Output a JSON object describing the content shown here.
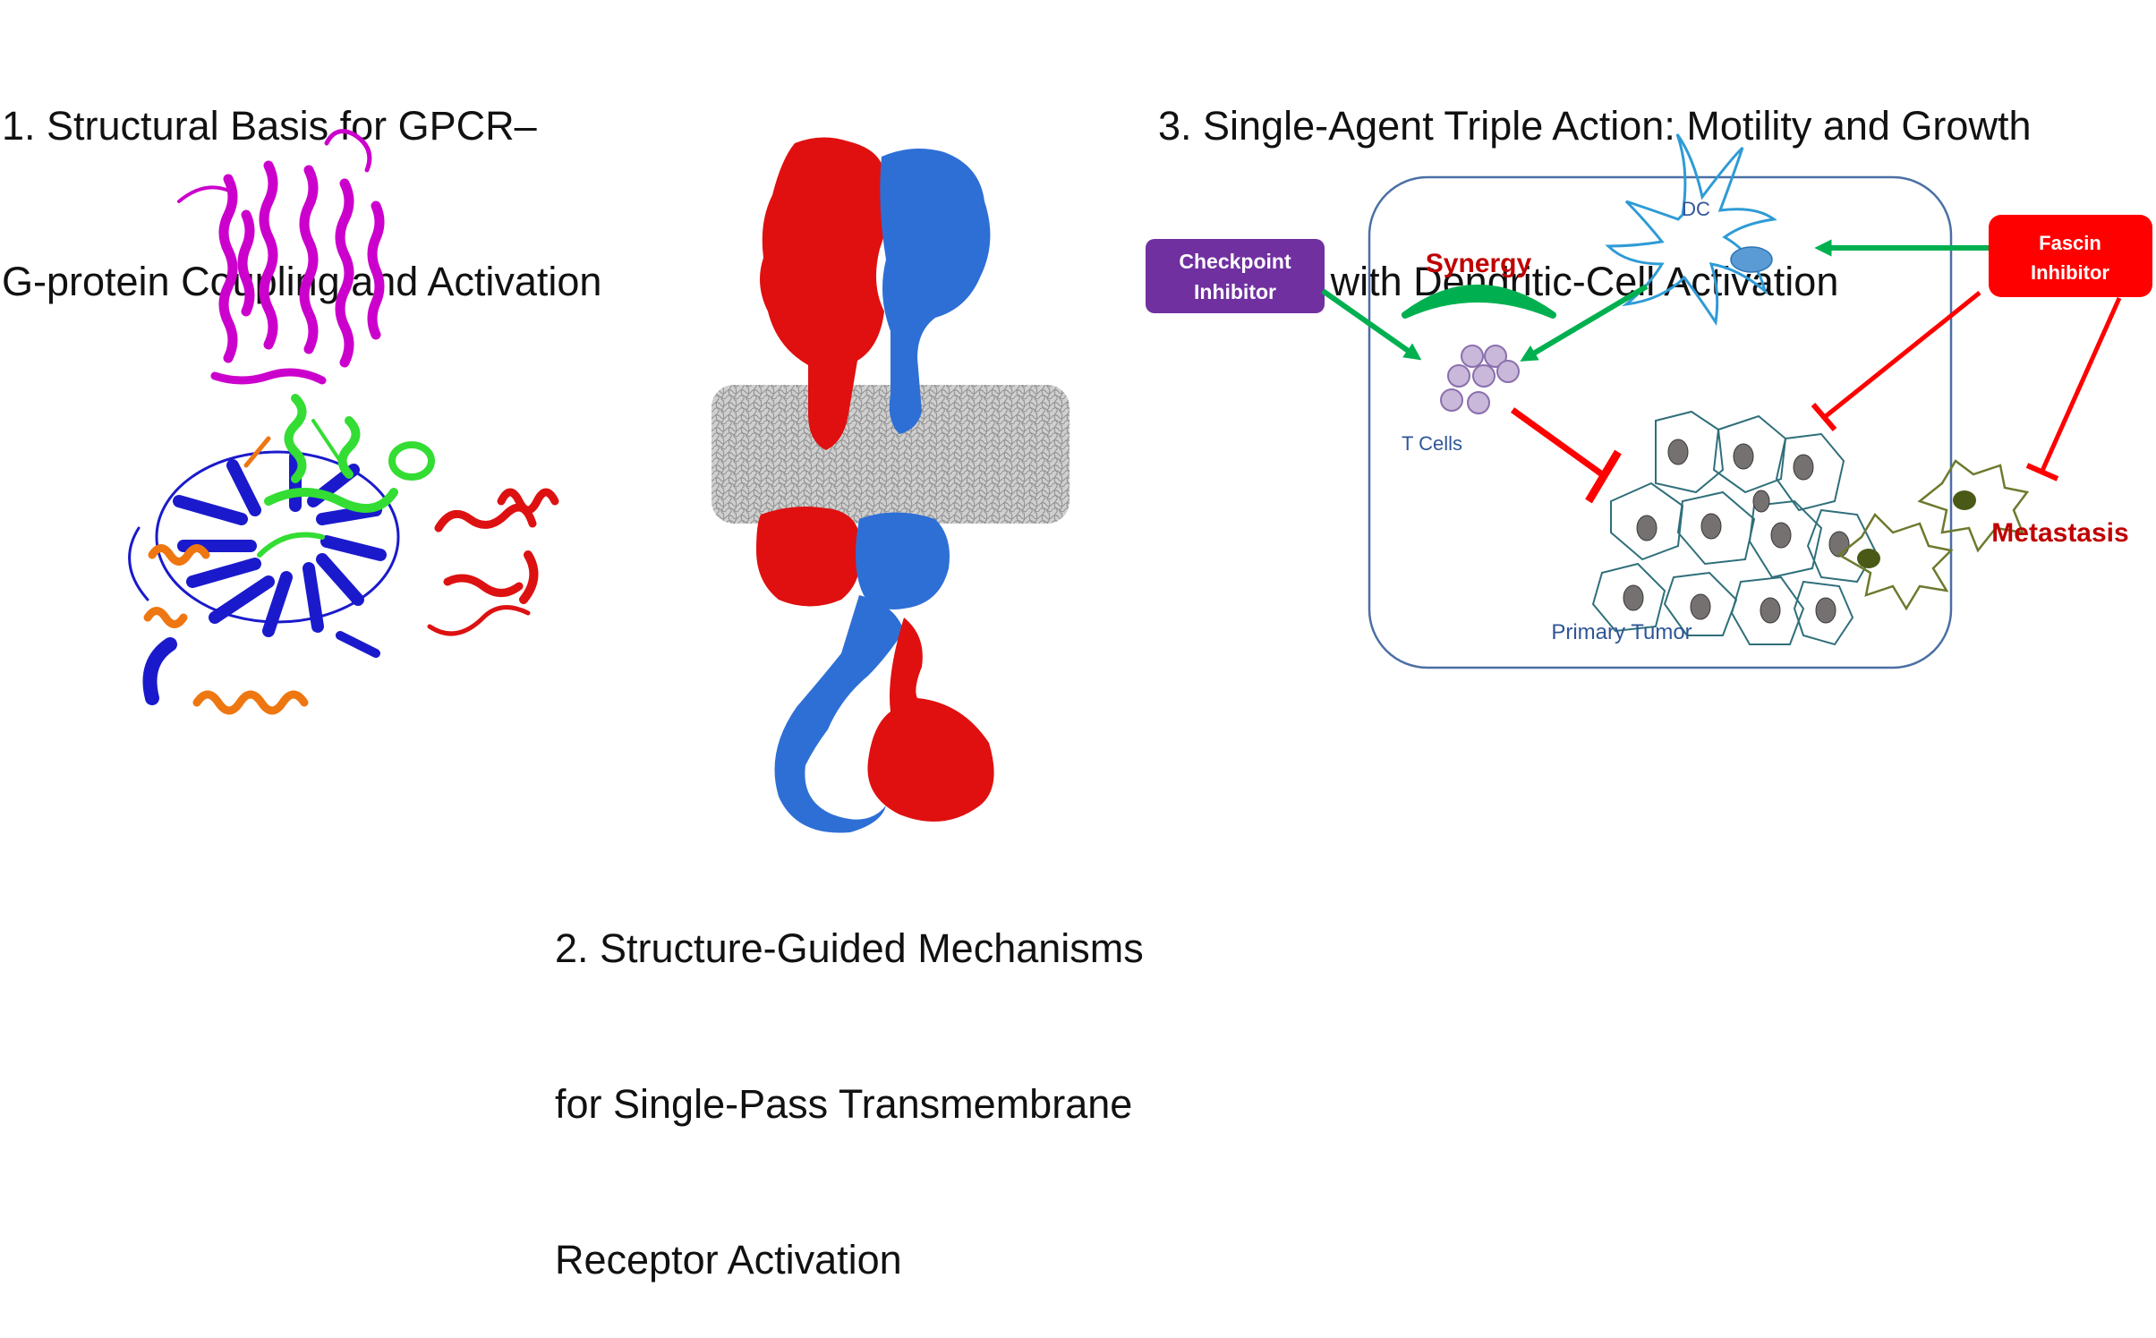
{
  "panels": {
    "p1": {
      "title_lines": [
        "1.  Structural Basis for GPCR–",
        "G-protein Coupling and Activation"
      ]
    },
    "p2": {
      "title_lines": [
        "2. Structure-Guided Mechanisms",
        "for Single-Pass Transmembrane",
        "Receptor Activation"
      ]
    },
    "p3": {
      "title_lines": [
        "3. Single-Agent Triple Action: Motility and Growth",
        "Inhibition with Dendritic-Cell Activation"
      ]
    }
  },
  "diagram": {
    "checkpoint_box": {
      "lines": [
        "Checkpoint",
        "Inhibitor"
      ],
      "color": "#7030a0"
    },
    "fascin_box": {
      "lines": [
        "Fascin",
        "Inhibitor"
      ],
      "color": "#ff0000"
    },
    "synergy_label": "Synergy",
    "dc_label": "DC",
    "tcells_label": "T Cells",
    "tumor_label": "Primary Tumor",
    "metastasis_label": "Metastasis",
    "colors": {
      "activate_arrow": "#00b050",
      "inhibit_arrow": "#ff0000",
      "label_red": "#c00000",
      "label_blue": "#2f5597",
      "dc_outline": "#2e9bd6",
      "dc_nucleus": "#5b9bd5",
      "tcell_fill": "#c9b8d9",
      "tumor_outline": "#2f6f7a",
      "tumor_nucleus": "#767171",
      "metastasis_cell": "#6b7a2d"
    }
  }
}
